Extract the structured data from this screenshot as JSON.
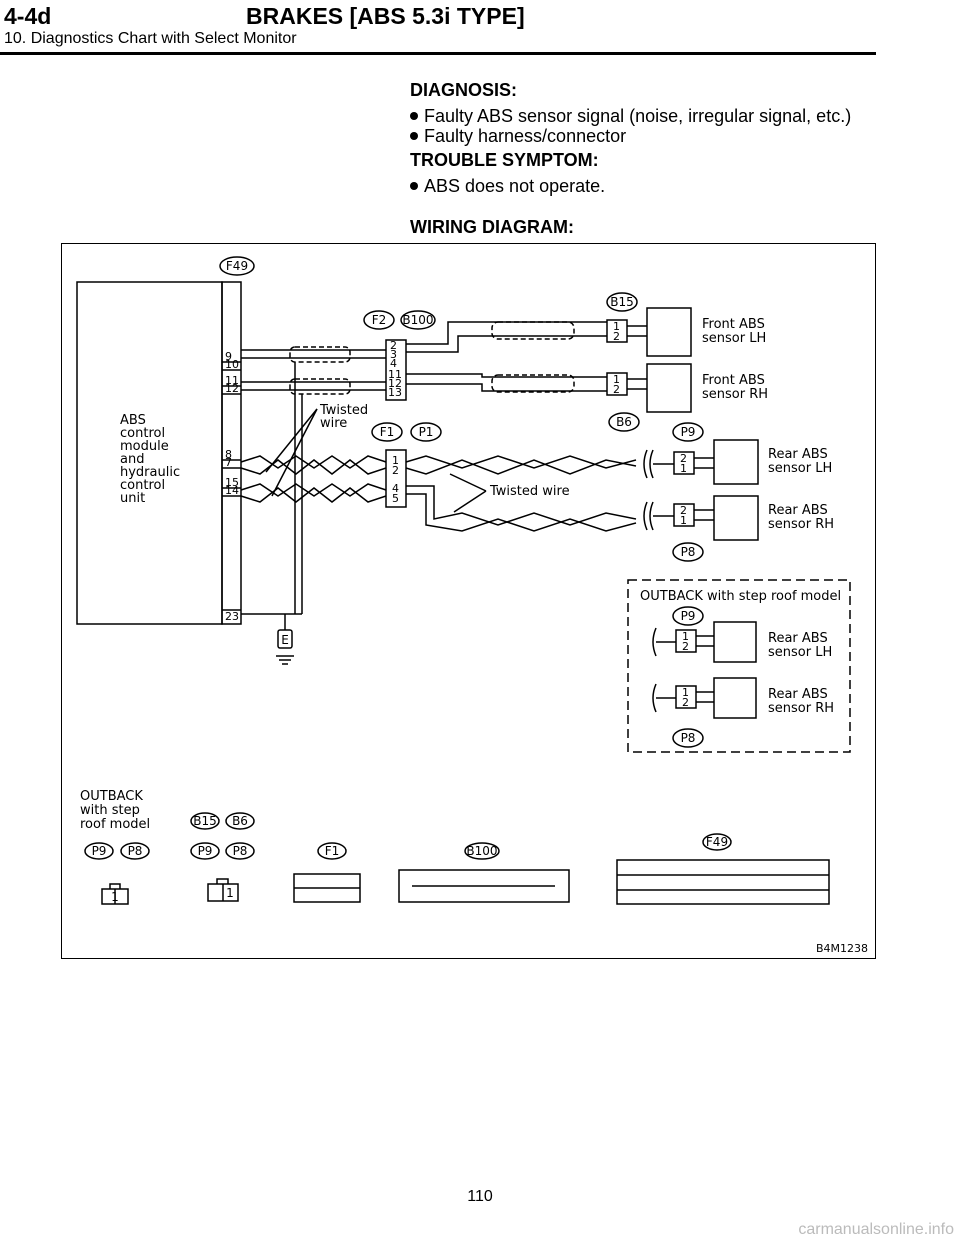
{
  "header": {
    "section": "4-4d",
    "title": "BRAKES [ABS 5.3i TYPE]",
    "subtitle": "10. Diagnostics Chart with Select Monitor"
  },
  "diagnosis": {
    "heading": "DIAGNOSIS:",
    "items": [
      "Faulty ABS sensor signal (noise, irregular signal, etc.)",
      "Faulty harness/connector"
    ]
  },
  "symptom": {
    "heading": "TROUBLE SYMPTOM:",
    "items": [
      "ABS does not operate."
    ]
  },
  "wiring": {
    "heading": "WIRING DIAGRAM:",
    "control_unit": [
      "ABS",
      "control",
      "module",
      "and",
      "hydraulic",
      "control",
      "unit"
    ],
    "connectors": {
      "f49": "F49",
      "f2": "F2",
      "b100": "B100",
      "b15": "B15",
      "b6": "B6",
      "f1": "F1",
      "p1": "P1",
      "p9": "P9",
      "p8": "P8"
    },
    "pins": {
      "p9": "9",
      "p10": "10",
      "p11": "11",
      "p12": "12",
      "p8": "8",
      "p7": "7",
      "p15": "15",
      "p14": "14",
      "p23": "23",
      "b2": "2",
      "b3": "3",
      "b4": "4",
      "b11": "11",
      "b12": "12",
      "b13": "13",
      "c1": "1",
      "c2": "2",
      "c4": "4",
      "c5": "5",
      "s1": "1",
      "s2": "2"
    },
    "sensors": {
      "front_lh": [
        "Front ABS",
        "sensor LH"
      ],
      "front_rh": [
        "Front ABS",
        "sensor RH"
      ],
      "rear_lh": [
        "Rear ABS",
        "sensor LH"
      ],
      "rear_rh": [
        "Rear ABS",
        "sensor RH"
      ]
    },
    "twisted_wire": [
      "Twisted",
      "wire"
    ],
    "twisted_wire2": "Twisted wire",
    "ground": "E",
    "outback_box": "OUTBACK with step roof model",
    "outback_label": [
      "OUTBACK",
      "with step",
      "roof model"
    ],
    "figure_code": "B4M1238"
  },
  "page_number": "110",
  "watermark": "carmanualsonline.info"
}
